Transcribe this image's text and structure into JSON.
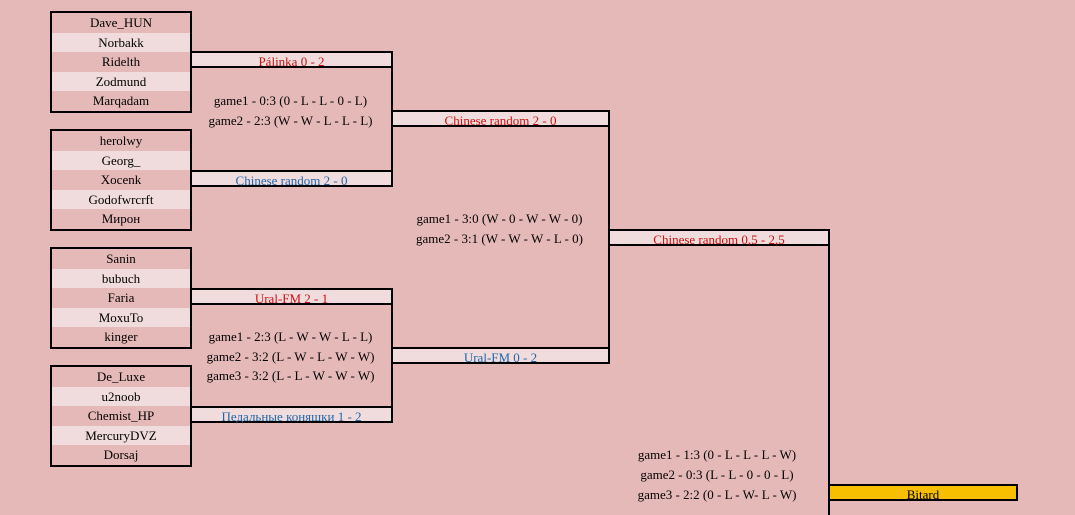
{
  "rosters": [
    [
      "Dave_HUN",
      "Norbakk",
      "Ridelth",
      "Zodmund",
      "Marqadam"
    ],
    [
      "herolwy",
      "Georg_",
      "Xocenk",
      "Godofwrcrft",
      "Мирон"
    ],
    [
      "Sanin",
      "bubuch",
      "Faria",
      "MoxuTo",
      "kinger"
    ],
    [
      "De_Luxe",
      "u2noob",
      "Chemist_HP",
      "MercuryDVZ",
      "Dorsaj"
    ]
  ],
  "round1": {
    "match1": {
      "top": "Pálinka 0 - 2",
      "bottom": "Chinese random 2 - 0",
      "games": [
        "game1 - 0:3 (0 - L - L - 0 - L)",
        "game2 - 2:3 (W - W - L - L - L)"
      ]
    },
    "match2": {
      "top": "Ural-FM 2 - 1",
      "bottom": "Педальные коняшки 1 - 2",
      "games": [
        "game1 - 2:3 (L - W - W - L - L)",
        "game2 - 3:2 (L - W - L - W - W)",
        "game3 - 3:2 (L - L - W - W - W)"
      ]
    }
  },
  "round2": {
    "top": "Chinese random 2 - 0",
    "bottom": "Ural-FM 0 - 2",
    "games": [
      "game1 - 3:0 (W - 0 - W - W - 0)",
      "game2 - 3:1 (W - W - W - L - 0)"
    ]
  },
  "final": {
    "top": "Chinese random 0,5 - 2,5",
    "bottom": "Bitard",
    "games": [
      "game1 - 1:3 (0 - L - L - L - W)",
      "game2 - 0:3 (L - L - 0 - 0 - L)",
      "game3 - 2:2 (0 - L - W- L - W)"
    ]
  },
  "colors": {
    "background": "#e6b9b9",
    "row_light": "#f0dcdc",
    "winner_text": "#cc1111",
    "loser_text": "#2266aa",
    "highlight": "#f7bf00"
  }
}
